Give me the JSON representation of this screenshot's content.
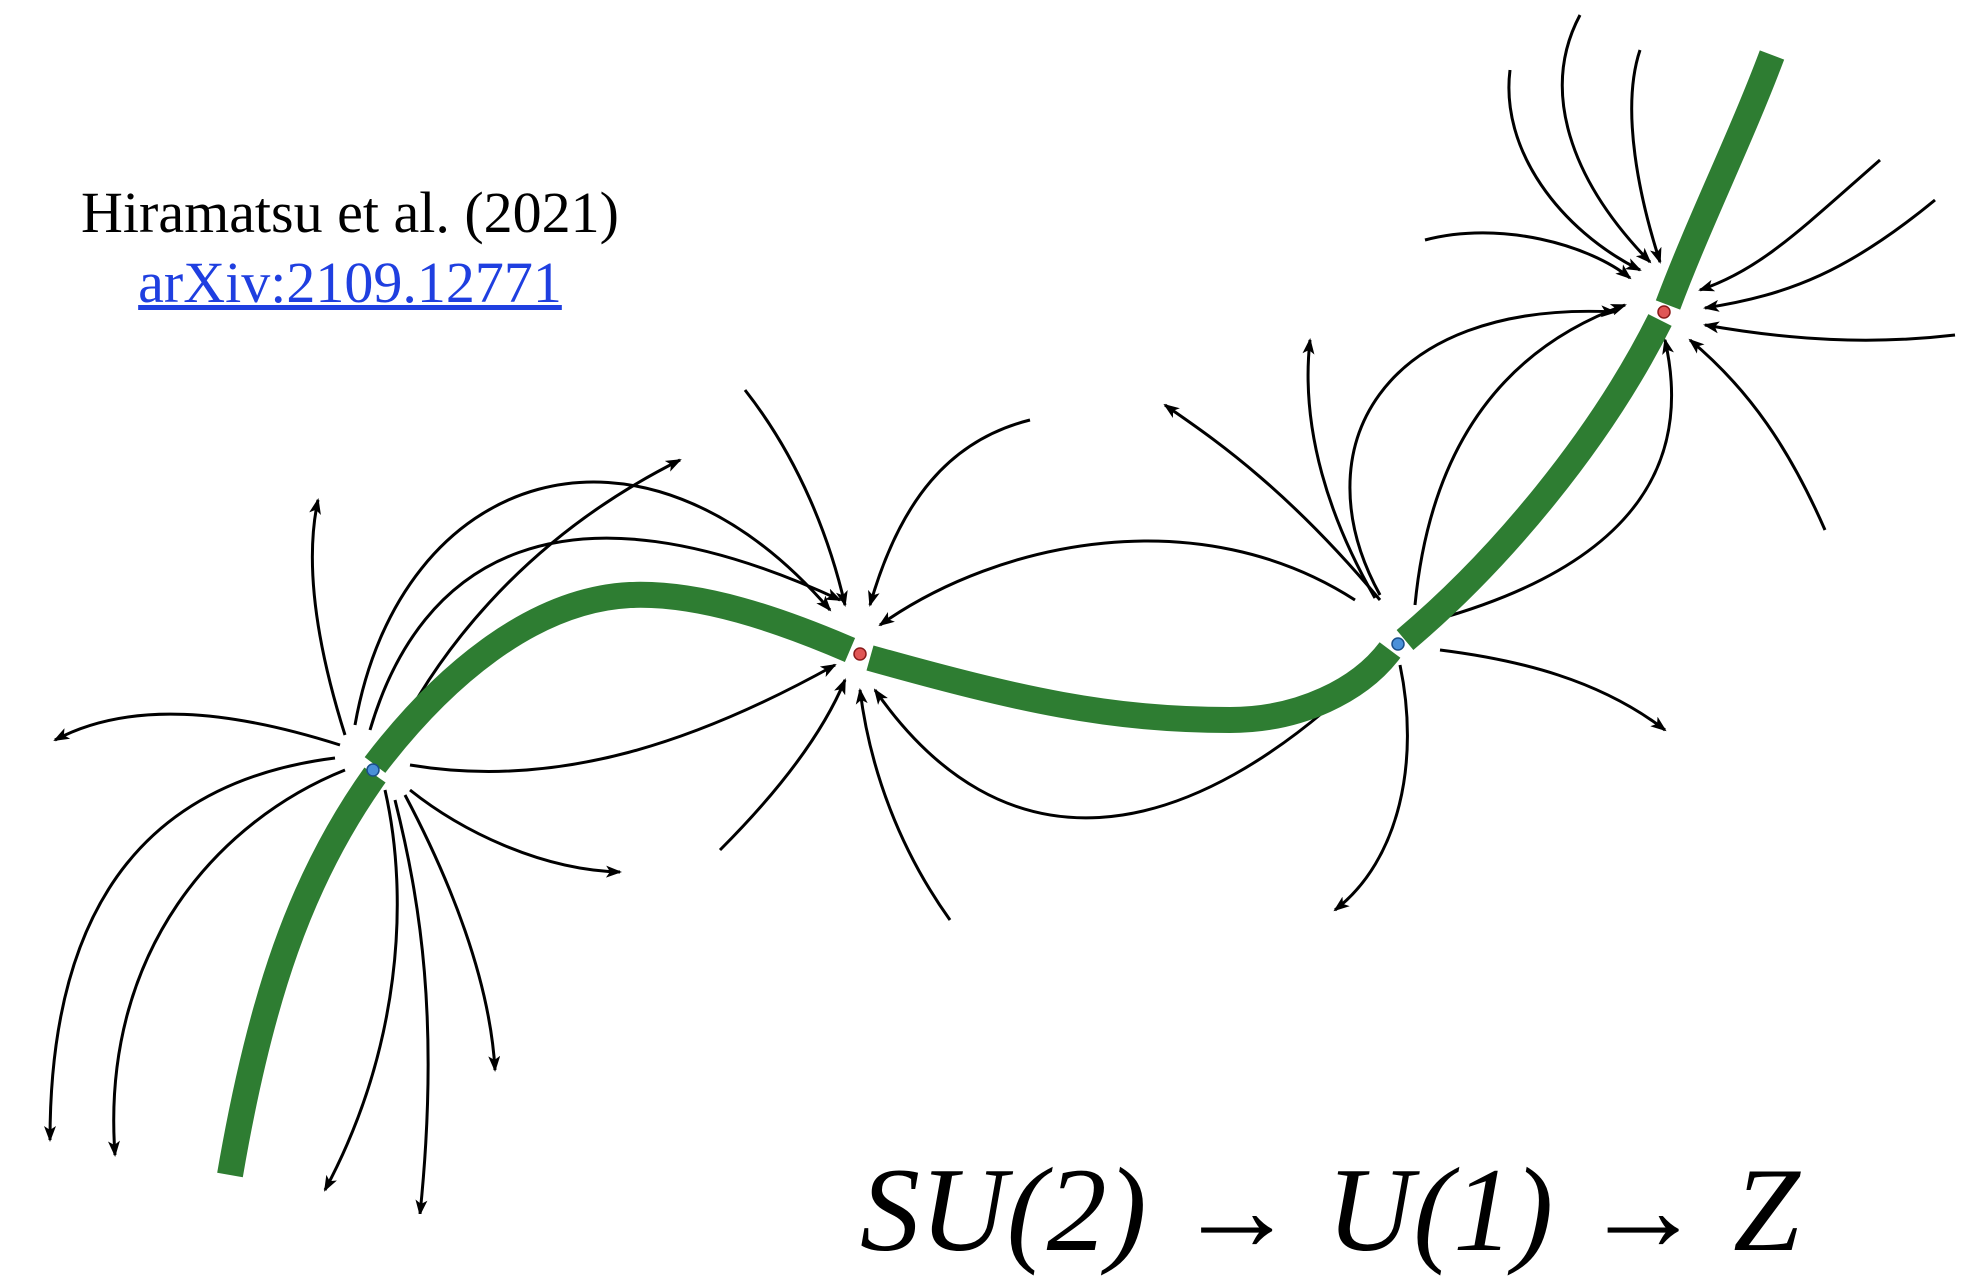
{
  "citation": {
    "author_line": "Hiramatsu et al. (2021)",
    "link_text": "arXiv:2109.12771"
  },
  "formula": {
    "text": "SU(2) → U(1) → Z"
  },
  "colors": {
    "string": "#2e7d32",
    "field_lines": "#000000",
    "monopole": "#4a90d9",
    "antimonopole": "#e05555",
    "link": "#1f3fe0"
  },
  "icons": [
    "monopole-dot",
    "antimonopole-dot",
    "arrow-head"
  ]
}
